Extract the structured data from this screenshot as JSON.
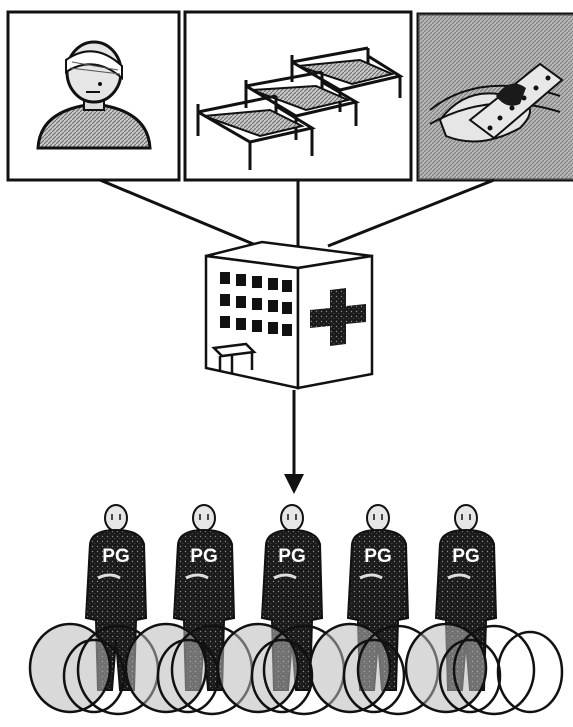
{
  "panels": [
    {
      "id": "injured-person",
      "icon": "bandaged-head-icon"
    },
    {
      "id": "hospital-beds",
      "icon": "hospital-beds-icon"
    },
    {
      "id": "medical-supplies",
      "icon": "bandage-supplies-icon"
    }
  ],
  "hospital": {
    "icon": "hospital-building-icon",
    "symbol": "red-cross-icon"
  },
  "prisoners": {
    "count": 5,
    "labels": [
      "PG",
      "PG",
      "PG",
      "PG",
      "PG"
    ]
  },
  "barrier": {
    "icon": "barbed-wire-icon"
  },
  "colors": {
    "ink": "#111111",
    "paper": "#ffffff",
    "wire_fill": "#b9b9b9",
    "panel_shade": "#9a9a9a"
  }
}
